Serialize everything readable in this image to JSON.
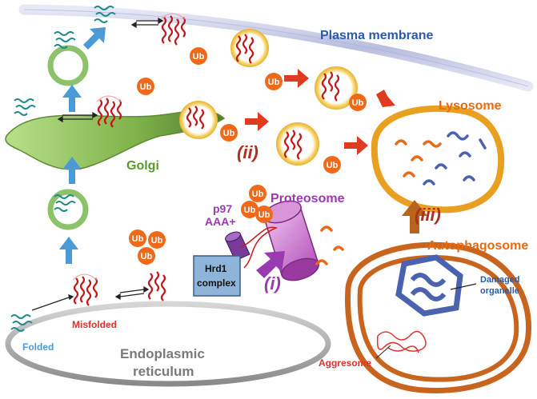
{
  "labels": {
    "plasma_membrane": "Plasma membrane",
    "lysosome": "Lysosome",
    "golgi": "Golgi",
    "proteosome": "Proteosome",
    "p97": "p97",
    "aaa": "AAA+",
    "hrd1_line1": "Hrd1",
    "hrd1_line2": "complex",
    "pathway_i": "(i)",
    "pathway_ii": "(ii)",
    "pathway_iii": "(iii)",
    "autophagosome": "Autophagosome",
    "damaged_line1": "Damaged",
    "damaged_line2": "organelle",
    "aggresome": "Aggresome",
    "misfolded": "Misfolded",
    "folded": "Folded",
    "er_line1": "Endoplasmic",
    "er_line2": "reticulum",
    "ub_tag": "Ub"
  },
  "colors": {
    "membrane": "#c5c9e6",
    "golgi": "#6a9a3a",
    "vesicle_green": "#8cc26a",
    "vesicle_yellow": "#f0c040",
    "lysosome": "#e9a020",
    "ub_tag": "#ee6a1a",
    "arrow_blue": "#4a9ad6",
    "arrow_red": "#e03a20",
    "arrow_brown": "#b8641c",
    "proteosome": "#c46ac8",
    "p97": "#7a3a9a",
    "autophagosome": "#c8641e",
    "organelle": "#4a62b0",
    "aggresome": "#e03030",
    "er": "#9a9a9a",
    "label_blue": "#2a5aa8",
    "label_orange": "#e86a10",
    "label_green": "#5a9a2a",
    "label_purple": "#9a3ab0",
    "label_darkred": "#b03020"
  }
}
